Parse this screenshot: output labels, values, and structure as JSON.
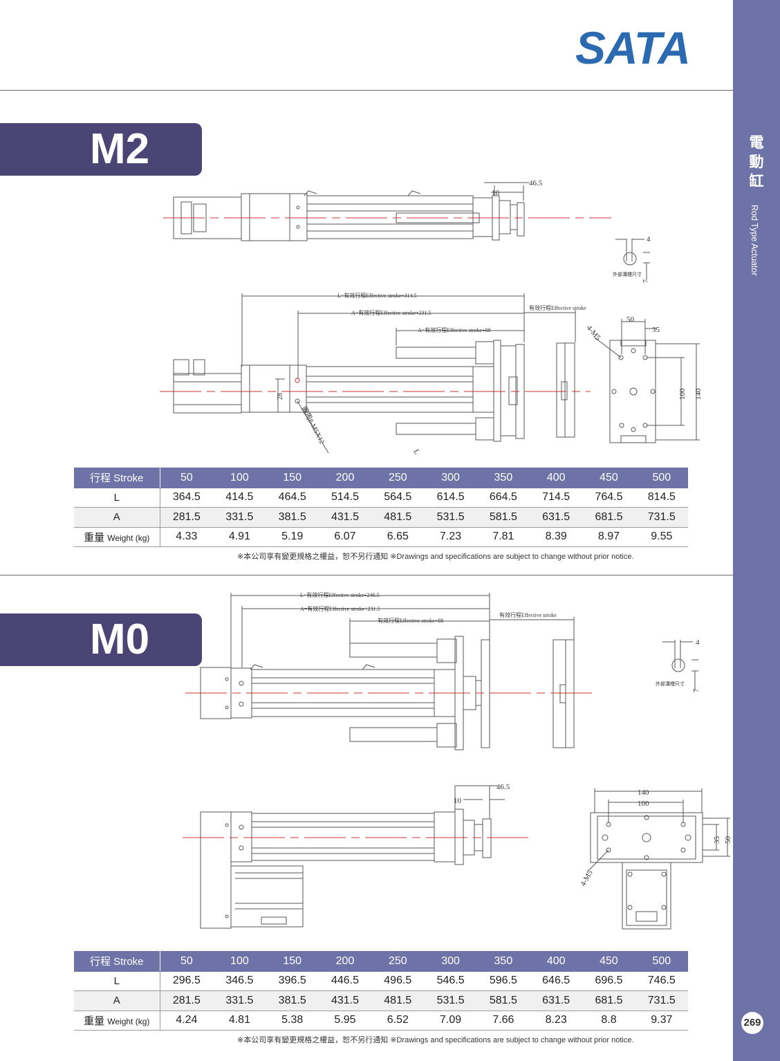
{
  "brand": {
    "logo_text": "SATA",
    "logo_color": "#2b69b0"
  },
  "sidebar": {
    "category_zh": [
      "電",
      "動",
      "缸"
    ],
    "category_en": "Rod Type Actuator",
    "page_number": "269",
    "color": "#6d73a6"
  },
  "sections": [
    {
      "model": "M2",
      "drawing": {
        "dim_46_5": "46.5",
        "dim_10": "10",
        "dim_4": "4",
        "dim_7": "7",
        "groove_label": "外部溝槽尺寸",
        "L_formula": "L=有效行程Effective stroke+314.5",
        "A_formula": "A=有效行程Effective stroke+231.5",
        "A88_formula": "A=有效行程Effective stroke+88",
        "stroke_label": "有效行程Effective stroke",
        "dim_50": "50",
        "dim_35": "35",
        "dim_100": "100",
        "dim_140": "140",
        "dim_28": "28",
        "hole_label": "4-M5",
        "screw_label": "圓周8-M5X12",
        "L_label": "L"
      },
      "table": {
        "header_label": "行程 Stroke",
        "strokes": [
          "50",
          "100",
          "150",
          "200",
          "250",
          "300",
          "350",
          "400",
          "450",
          "500"
        ],
        "rows": [
          {
            "label": "L",
            "values": [
              "364.5",
              "414.5",
              "464.5",
              "514.5",
              "564.5",
              "614.5",
              "664.5",
              "714.5",
              "764.5",
              "814.5"
            ]
          },
          {
            "label": "A",
            "values": [
              "281.5",
              "331.5",
              "381.5",
              "431.5",
              "481.5",
              "531.5",
              "581.5",
              "631.5",
              "681.5",
              "731.5"
            ]
          }
        ],
        "weight_label_zh": "重量",
        "weight_label_en": "Weight (kg)",
        "weights": [
          "4.33",
          "4.91",
          "5.19",
          "6.07",
          "6.65",
          "7.23",
          "7.81",
          "8.39",
          "8.97",
          "9.55"
        ]
      },
      "note": "※本公司享有變更規格之權益，恕不另行通知 ※Drawings and specifications are subject to change without prior notice."
    },
    {
      "model": "M0",
      "drawing": {
        "L_formula": "L=有效行程Effective stroke+246.5",
        "A_formula": "A=有效行程Effective stroke+231.5",
        "stroke88_formula": "有效行程Effective stroke+88",
        "stroke_label": "有效行程Effective stroke",
        "dim_4": "4",
        "dim_7": "7",
        "groove_label": "外部溝槽尺寸",
        "dim_46_5": "46.5",
        "dim_10": "10",
        "dim_140": "140",
        "dim_100": "100",
        "dim_35": "35",
        "dim_50": "50",
        "hole_label": "4-M5"
      },
      "table": {
        "header_label": "行程 Stroke",
        "strokes": [
          "50",
          "100",
          "150",
          "200",
          "250",
          "300",
          "350",
          "400",
          "450",
          "500"
        ],
        "rows": [
          {
            "label": "L",
            "values": [
              "296.5",
              "346.5",
              "396.5",
              "446.5",
              "496.5",
              "546.5",
              "596.5",
              "646.5",
              "696.5",
              "746.5"
            ]
          },
          {
            "label": "A",
            "values": [
              "281.5",
              "331.5",
              "381.5",
              "431.5",
              "481.5",
              "531.5",
              "581.5",
              "631.5",
              "681.5",
              "731.5"
            ]
          }
        ],
        "weight_label_zh": "重量",
        "weight_label_en": "Weight (kg)",
        "weights": [
          "4.24",
          "4.81",
          "5.38",
          "5.95",
          "6.52",
          "7.09",
          "7.66",
          "8.23",
          "8.8",
          "9.37"
        ]
      },
      "note": "※本公司享有變更規格之權益，恕不另行通知 ※Drawings and specifications are subject to change without prior notice."
    }
  ]
}
